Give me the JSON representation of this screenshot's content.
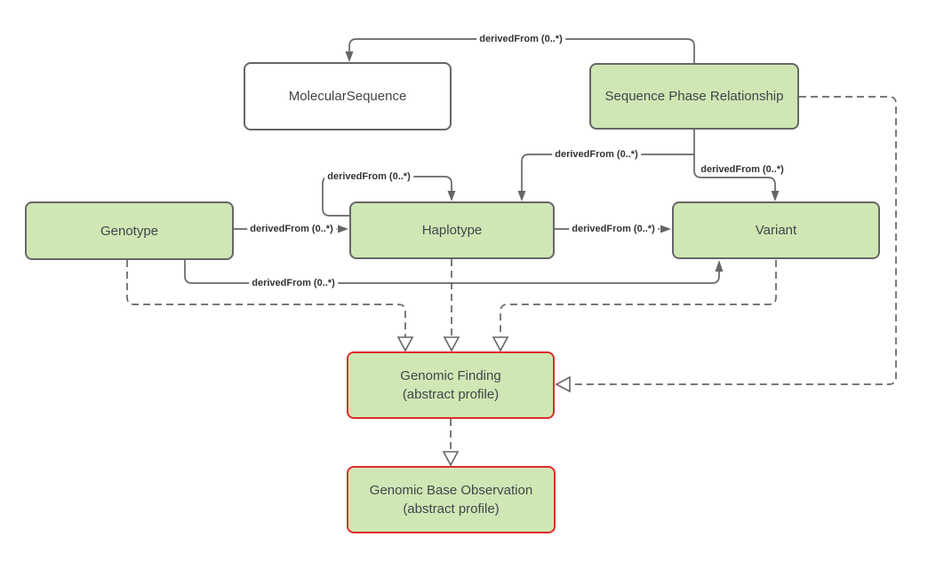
{
  "diagram": {
    "nodes": {
      "molecular_sequence": {
        "label": "MolecularSequence"
      },
      "sequence_phase_relationship": {
        "label": "Sequence Phase Relationship"
      },
      "genotype": {
        "label": "Genotype"
      },
      "haplotype": {
        "label": "Haplotype"
      },
      "variant": {
        "label": "Variant"
      },
      "genomic_finding": {
        "label": "Genomic Finding",
        "sublabel": "(abstract profile)"
      },
      "genomic_base_observation": {
        "label": "Genomic Base Observation",
        "sublabel": "(abstract profile)"
      }
    },
    "edges": [
      {
        "from": "sequence_phase_relationship",
        "to": "molecular_sequence",
        "label": "derivedFrom (0..*)",
        "style": "solid-arrow"
      },
      {
        "from": "sequence_phase_relationship",
        "to": "haplotype",
        "label": "derivedFrom (0..*)",
        "style": "solid-arrow"
      },
      {
        "from": "sequence_phase_relationship",
        "to": "variant",
        "label": "derivedFrom (0..*)",
        "style": "solid-arrow"
      },
      {
        "from": "haplotype",
        "to": "haplotype",
        "label": "derivedFrom (0..*)",
        "style": "solid-arrow"
      },
      {
        "from": "genotype",
        "to": "haplotype",
        "label": "derivedFrom (0..*)",
        "style": "solid-arrow"
      },
      {
        "from": "haplotype",
        "to": "variant",
        "label": "derivedFrom (0..*)",
        "style": "solid-arrow"
      },
      {
        "from": "genotype",
        "to": "variant",
        "label": "derivedFrom (0..*)",
        "style": "solid-arrow"
      },
      {
        "from": "genotype",
        "to": "genomic_finding",
        "label": "",
        "style": "dashed-generalization"
      },
      {
        "from": "haplotype",
        "to": "genomic_finding",
        "label": "",
        "style": "dashed-generalization"
      },
      {
        "from": "variant",
        "to": "genomic_finding",
        "label": "",
        "style": "dashed-generalization"
      },
      {
        "from": "sequence_phase_relationship",
        "to": "genomic_finding",
        "label": "",
        "style": "dashed-generalization"
      },
      {
        "from": "genomic_finding",
        "to": "genomic_base_observation",
        "label": "",
        "style": "dashed-generalization"
      }
    ],
    "colors": {
      "background": "#ffffff",
      "node_fill_green": "#cfe7b4",
      "node_fill_white": "#ffffff",
      "node_border_gray": "#666666",
      "node_border_red": "#e02b2b",
      "connector": "#666666",
      "node_text": "#40464b",
      "edge_label_text": "#333333"
    }
  }
}
